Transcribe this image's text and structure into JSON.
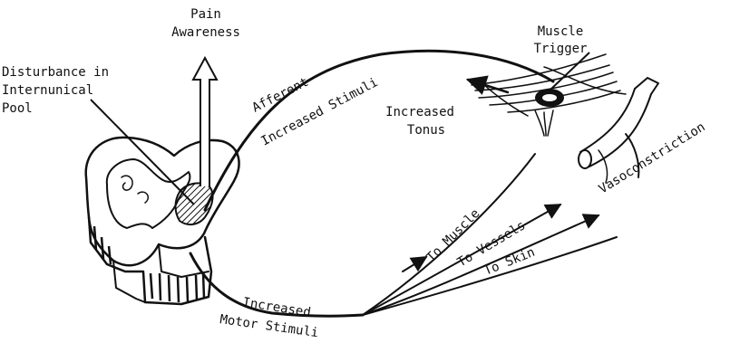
{
  "labels": {
    "pain_line1": "Pain",
    "pain_line2": "Awareness",
    "disturbance_line1": "Disturbance in",
    "disturbance_line2": "Internunical",
    "disturbance_line3": "Pool",
    "afferent": "Afferent",
    "increased_stimuli": "Increased Stimuli",
    "muscle_line1": "Muscle",
    "muscle_line2": "Trigger",
    "tonus_line1": "Increased",
    "tonus_line2": "Tonus",
    "vasoconstriction": "Vasoconstriction",
    "to_muscle": "To Muscle",
    "to_vessels": "To Vessels",
    "to_skin": "To Skin",
    "motor_line1": "Increased",
    "motor_line2": "Motor Stimuli"
  }
}
